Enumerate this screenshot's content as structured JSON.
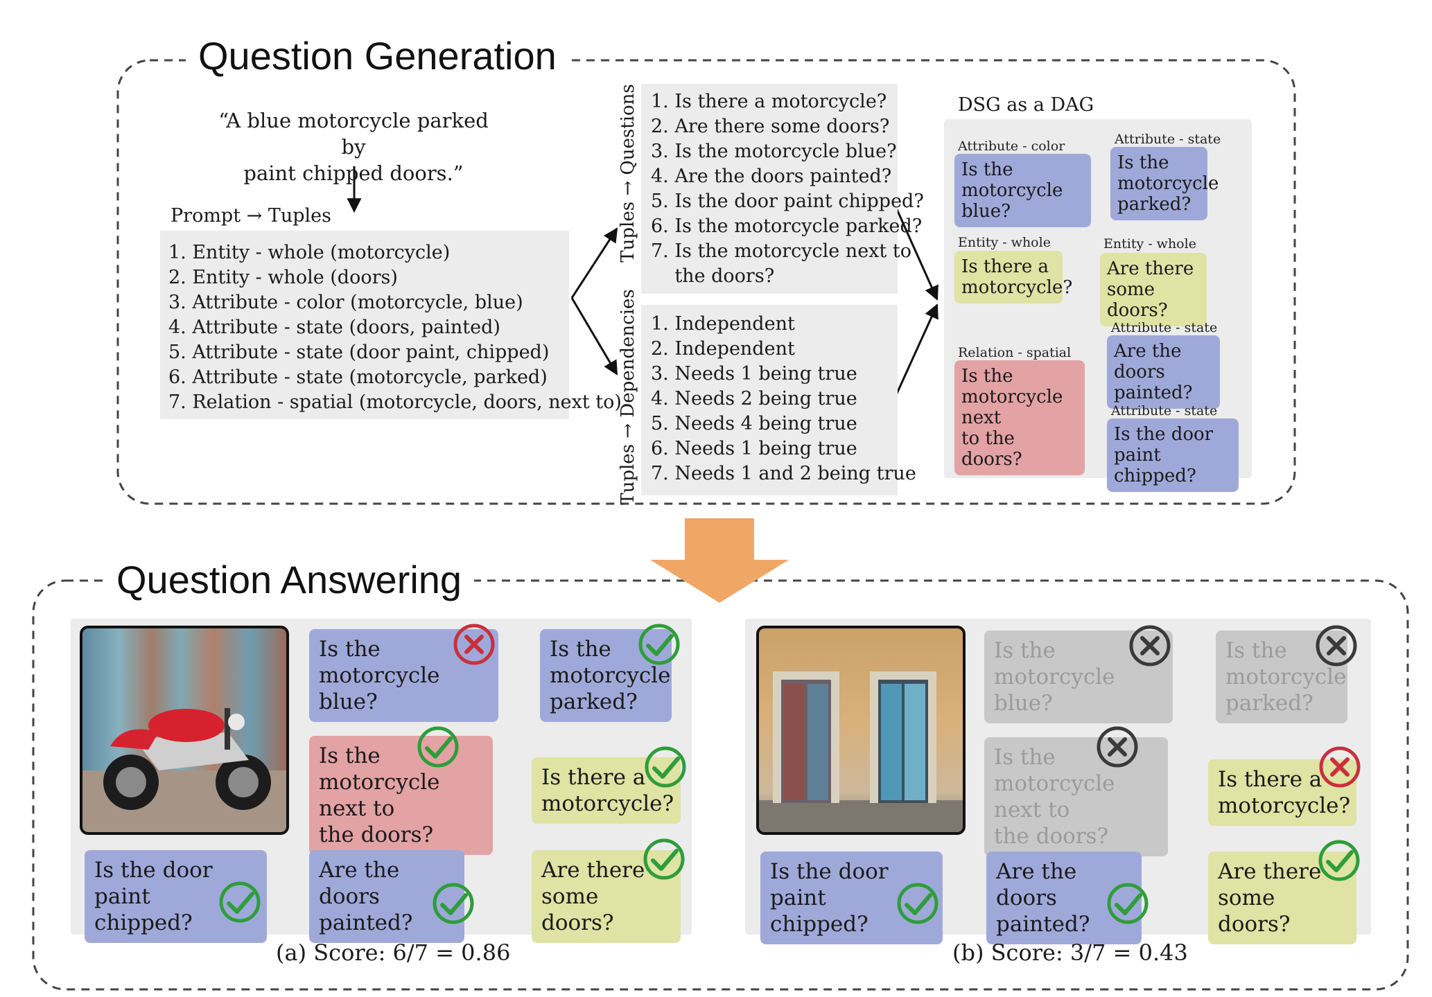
{
  "question_generation": {
    "title": "Question Generation",
    "prompt_quote": [
      "“A blue motorcycle parked by",
      "paint chipped doors.”"
    ],
    "tuples_label": "Prompt → Tuples",
    "tuples": [
      "1. Entity - whole (motorcycle)",
      "2. Entity - whole (doors)",
      "3. Attribute - color (motorcycle, blue)",
      "4. Attribute - state (doors, painted)",
      "5. Attribute - state (door paint, chipped)",
      "6. Attribute - state (motorcycle, parked)",
      "7. Relation - spatial (motorcycle, doors, next to)"
    ],
    "questions_label": "Tuples → Questions",
    "questions": [
      "1. Is there a motorcycle?",
      "2. Are there some doors?",
      "3. Is the motorcycle blue?",
      "4. Are the doors painted?",
      "5. Is the door paint chipped?",
      "6. Is the motorcycle parked?",
      "7. Is the motorcycle next to",
      "    the doors?"
    ],
    "dependencies_label": "Tuples → Dependencies",
    "dependencies": [
      "1. Independent",
      "2. Independent",
      "3. Needs 1 being true",
      "4. Needs 2 being true",
      "5. Needs 4 being true",
      "6. Needs 1 being true",
      "7. Needs 1 and 2 being true"
    ],
    "dag": {
      "title": "DSG as a DAG",
      "nodes": {
        "color": {
          "label": "Attribute - color",
          "text": [
            "Is the",
            "motorcycle blue?"
          ],
          "color": "#9fa9d9"
        },
        "parked": {
          "label": "Attribute - state",
          "text": [
            "Is the",
            "motorcycle",
            "parked?"
          ],
          "color": "#9fa9d9"
        },
        "motorcycle": {
          "label": "Entity - whole",
          "text": [
            "Is there a",
            "motorcycle?"
          ],
          "color": "#dfe3a3"
        },
        "doors": {
          "label": "Entity - whole",
          "text": [
            "Are there",
            "some doors?"
          ],
          "color": "#dfe3a3"
        },
        "spatial": {
          "label": "Relation - spatial",
          "text": [
            "Is the",
            "motorcycle next",
            "to the doors?"
          ],
          "color": "#e3a2a4"
        },
        "painted": {
          "label": "Attribute - state",
          "text": [
            "Are the doors",
            "painted?"
          ],
          "color": "#9fa9d9"
        },
        "chipped": {
          "label": "Attribute - state",
          "text": [
            "Is the door paint",
            "chipped?"
          ],
          "color": "#9fa9d9"
        }
      }
    }
  },
  "question_answering": {
    "title": "Question Answering",
    "panel_a": {
      "caption": "(a) Score: 6/7 = 0.86",
      "nodes": {
        "blue": {
          "text": [
            "Is the",
            "motorcycle blue?"
          ],
          "result": "wrong"
        },
        "parked": {
          "text": [
            "Is the",
            "motorcycle",
            "parked?"
          ],
          "result": "correct"
        },
        "spatial": {
          "text": [
            "Is the",
            "motorcycle next to",
            "the doors?"
          ],
          "result": "correct"
        },
        "motorcycle": {
          "text": [
            "Is there a",
            "motorcycle?"
          ],
          "result": "correct"
        },
        "chipped": {
          "text": [
            "Is the door paint",
            "chipped?"
          ],
          "result": "correct"
        },
        "painted": {
          "text": [
            "Are the doors",
            "painted?"
          ],
          "result": "correct"
        },
        "doors": {
          "text": [
            "Are there",
            "some doors?"
          ],
          "result": "correct"
        }
      }
    },
    "panel_b": {
      "caption": "(b) Score: 3/7 = 0.43",
      "nodes": {
        "blue": {
          "text": [
            "Is the",
            "motorcycle blue?"
          ],
          "result": "skipped"
        },
        "parked": {
          "text": [
            "Is the",
            "motorcycle",
            "parked?"
          ],
          "result": "skipped"
        },
        "spatial": {
          "text": [
            "Is the",
            "motorcycle next to",
            "the doors?"
          ],
          "result": "skipped"
        },
        "motorcycle": {
          "text": [
            "Is there a",
            "motorcycle?"
          ],
          "result": "wrong"
        },
        "chipped": {
          "text": [
            "Is the door paint",
            "chipped?"
          ],
          "result": "correct"
        },
        "painted": {
          "text": [
            "Are the doors",
            "painted?"
          ],
          "result": "correct"
        },
        "doors": {
          "text": [
            "Are there",
            "some doors?"
          ],
          "result": "correct"
        }
      }
    }
  },
  "colors": {
    "blue_node": "#9fa9d9",
    "yellow_node": "#dfe3a3",
    "red_node": "#e3a2a4",
    "correct": "#2e9d3a",
    "wrong": "#c9303c",
    "skipped": "#3a3a3a",
    "arrow_orange": "#f0a765"
  }
}
